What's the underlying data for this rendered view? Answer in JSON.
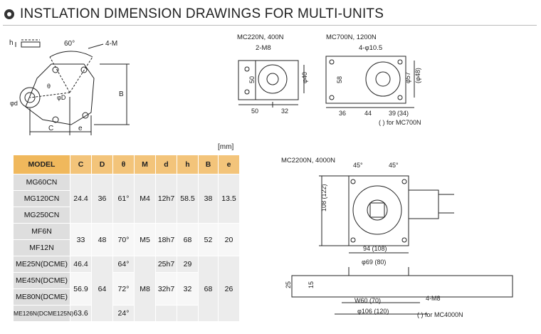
{
  "page": {
    "title": "INSTLATION DIMENSION DRAWINGS FOR MULTI-UNITS"
  },
  "drawing_left": {
    "labels": [
      "h",
      "60°",
      "4-M",
      "θ",
      "φd",
      "φD",
      "B",
      "C",
      "e"
    ]
  },
  "drawing_mc220": {
    "title": "MC220N, 400N",
    "hole_label": "2-M8",
    "dim_height": "50",
    "dim_bore": "φ40",
    "dim_width_a": "50",
    "dim_width_b": "32"
  },
  "drawing_mc700": {
    "title": "MC700N, 1200N",
    "hole_label": "4-φ10.5",
    "dim_height": "58",
    "dim_bore": "φ57",
    "dim_bore_alt": "(φ48)",
    "dim_a": "36",
    "dim_b": "44",
    "dim_c": "39",
    "dim_c_alt": "(34)",
    "note": "(  ) for MC700N"
  },
  "drawing_mc2200": {
    "title": "MC2200N, 4000N",
    "angle_a": "45°",
    "angle_b": "45°",
    "dim_height": "108 (122)",
    "dim_width": "94 (108)",
    "dim_bore": "φ69 (80)",
    "dim_thick": "25",
    "dim_small": "15",
    "dim_key": "W60 (70)",
    "dim_pitch": "φ106 (120)",
    "hole_label": "4-M8",
    "note": "(  ) for MC4000N"
  },
  "table": {
    "unit": "[mm]",
    "headers": [
      "MODEL",
      "C",
      "D",
      "θ",
      "M",
      "d",
      "h",
      "B",
      "e"
    ],
    "models": [
      "MG60CN",
      "MG120CN",
      "MG250CN",
      "MF6N",
      "MF12N",
      "ME25N(DCME)",
      "ME45N(DCME)",
      "ME80N(DCME)",
      "ME126N(DCME125N)"
    ],
    "g1": {
      "C": "24.4",
      "D": "36",
      "theta": "61°",
      "M": "M4",
      "d": "12h7",
      "h": "58.5",
      "B": "38",
      "e": "13.5"
    },
    "g2": {
      "C": "33",
      "D": "48",
      "theta": "70°",
      "M": "M5",
      "d": "18h7",
      "h": "68",
      "B": "52",
      "e": "20"
    },
    "me25": {
      "C": "46.4",
      "theta": "64°",
      "d": "25h7",
      "h": "29"
    },
    "me45_80": {
      "C": "56.9",
      "D": "64",
      "theta": "72°",
      "M": "M8",
      "B": "68",
      "e": "26"
    },
    "me80": {
      "d": "32h7",
      "h": "32"
    },
    "me126": {
      "C": "63.6",
      "theta": "24°"
    }
  }
}
